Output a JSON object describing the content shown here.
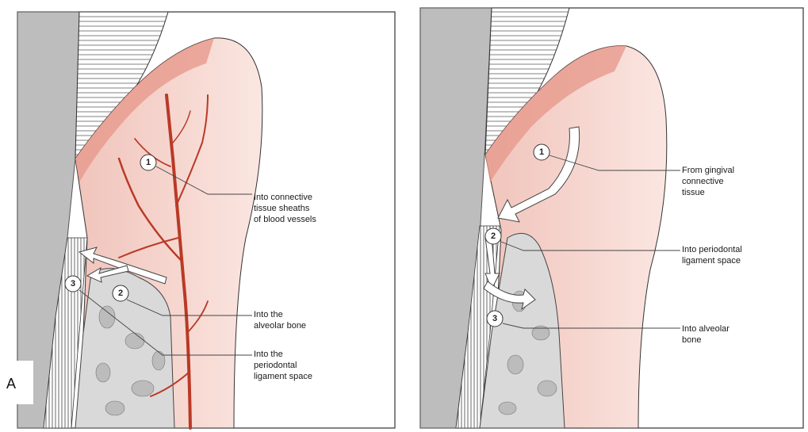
{
  "panel_letter": "A",
  "left_panel": {
    "markers": [
      "1",
      "2",
      "3"
    ],
    "labels": {
      "connective_tissue": [
        "Into connective",
        "tissue sheaths",
        "of blood vessels"
      ],
      "alveolar_bone": [
        "Into the",
        "alveolar bone"
      ],
      "periodontal_space": [
        "Into the",
        "periodontal",
        "ligament space"
      ]
    }
  },
  "right_panel": {
    "markers": [
      "1",
      "2",
      "3"
    ],
    "labels": {
      "gingival": [
        "From gingival",
        "connective",
        "tissue"
      ],
      "periodontal_space": [
        "Into periodontal",
        "ligament space"
      ],
      "alveolar_bone": [
        "Into alveolar",
        "bone"
      ]
    }
  },
  "colors": {
    "gingiva": "#f3cfc6",
    "gingiva_dark": "#e79a8c",
    "vessel": "#b93a26",
    "bone": "#d9d9d9",
    "tooth": "#bdbdbd"
  }
}
